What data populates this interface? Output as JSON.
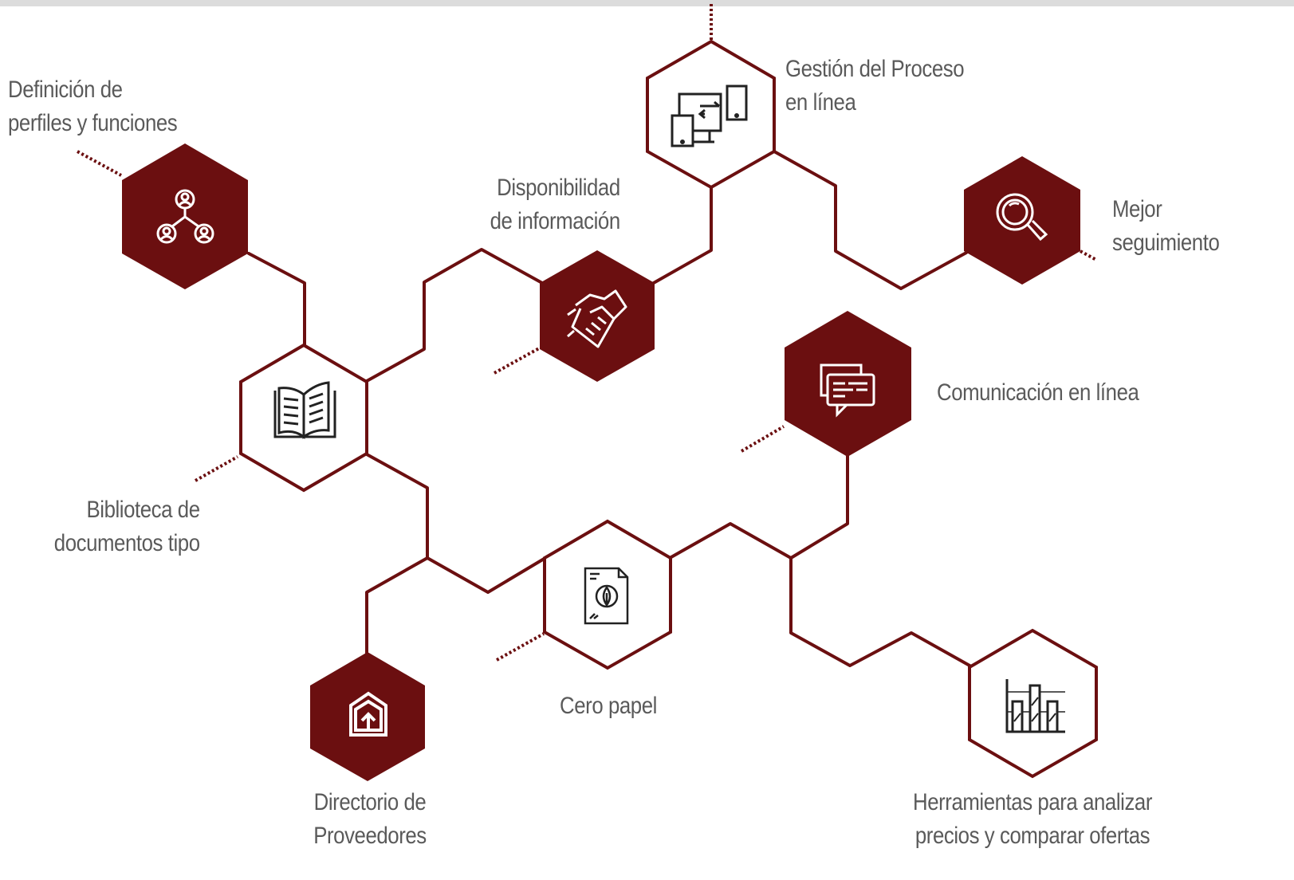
{
  "colors": {
    "accent": "#6b0f10",
    "line": "#6b0f10",
    "text": "#5a5a5a",
    "background": "#ffffff",
    "topbar": "#dcdcdc"
  },
  "nodes": [
    {
      "id": "definicion",
      "filled": true,
      "icon": "people-network-icon",
      "label": [
        "Definición de",
        "perfiles y funciones"
      ]
    },
    {
      "id": "biblioteca",
      "filled": false,
      "icon": "open-book-icon",
      "label": [
        "Biblioteca de",
        "documentos tipo"
      ]
    },
    {
      "id": "disponibilidad",
      "filled": true,
      "icon": "handshake-icon",
      "label": [
        "Disponibilidad",
        "de información"
      ]
    },
    {
      "id": "gestion",
      "filled": false,
      "icon": "devices-sync-icon",
      "label": [
        "Gestión del Proceso",
        "en línea"
      ]
    },
    {
      "id": "seguimiento",
      "filled": true,
      "icon": "magnifier-icon",
      "label": [
        "Mejor",
        "seguimiento"
      ]
    },
    {
      "id": "comunicacion",
      "filled": true,
      "icon": "chat-bubbles-icon",
      "label": [
        "Comunicación en línea"
      ]
    },
    {
      "id": "cero-papel",
      "filled": false,
      "icon": "eco-document-icon",
      "label": [
        "Cero papel"
      ]
    },
    {
      "id": "directorio",
      "filled": true,
      "icon": "house-upload-icon",
      "label": [
        "Directorio de",
        "Proveedores"
      ]
    },
    {
      "id": "herramientas",
      "filled": false,
      "icon": "bar-chart-icon",
      "label": [
        "Herramientas para analizar",
        "precios y comparar ofertas"
      ]
    }
  ]
}
